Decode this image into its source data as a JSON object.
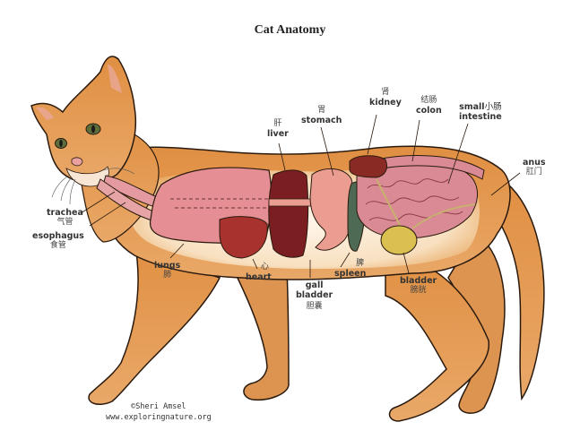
{
  "title": "Cat Anatomy",
  "labels": {
    "trachea": {
      "en": "trachea",
      "zh": "气管"
    },
    "esophagus": {
      "en": "esophagus",
      "zh": "食管"
    },
    "lungs": {
      "en": "lungs",
      "zh": "肺"
    },
    "heart": {
      "en": "heart",
      "zh": "心"
    },
    "liver": {
      "en": "liver",
      "zh": "肝"
    },
    "stomach": {
      "en": "stomach",
      "zh": "胃"
    },
    "kidney": {
      "en": "kidney",
      "zh": "肾"
    },
    "colon": {
      "en": "colon",
      "zh": "结肠"
    },
    "small_intestine": {
      "en_line1": "small",
      "zh": "小肠",
      "en_line2": "intestine"
    },
    "anus": {
      "en": "anus",
      "zh": "肛门"
    },
    "spleen": {
      "en": "spleen",
      "zh": "脾"
    },
    "gall_bladder": {
      "en_line1": "gall",
      "en_line2": "bladder",
      "zh": "胆囊"
    },
    "bladder": {
      "en": "bladder",
      "zh": "膀胱"
    }
  },
  "credit": {
    "line1": "©Sheri Amsel",
    "line2": "www.exploringnature.org"
  },
  "colors": {
    "fur": "#e39a52",
    "fur_light": "#f6dcb8",
    "outline": "#2a1a0e",
    "lungs": "#e58e94",
    "heart": "#a8322e",
    "liver": "#7a1e22",
    "stomach": "#ec9d92",
    "kidney": "#8a2a24",
    "spleen": "#4e6a55",
    "intestine": "#d98a94",
    "bladder": "#d9c050",
    "trachea": "#e49aa0"
  }
}
